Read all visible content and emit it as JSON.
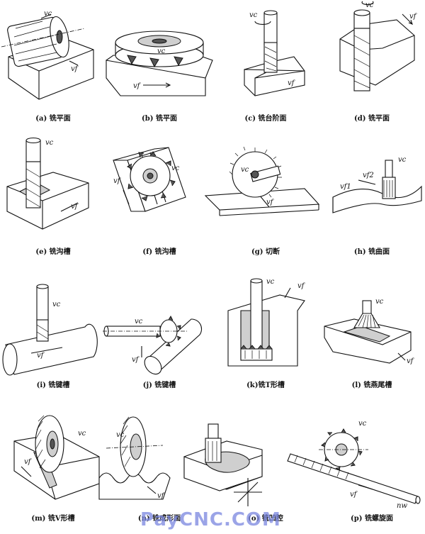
{
  "symbols": {
    "vc": "vc",
    "vf": "vf",
    "vf1": "vf1",
    "vf2": "vf2",
    "nw": "nw"
  },
  "captions": {
    "a": "(a) 铣平面",
    "b": "(b) 铣平面",
    "c": "(c) 铣台阶面",
    "d": "(d) 铣平面",
    "e": "(e) 铣沟槽",
    "f": "(f) 铣沟槽",
    "g": "(g) 切断",
    "h": "(h) 铣曲面",
    "i": "(i) 铣键槽",
    "j": "(j) 铣键槽",
    "k": "(k)铣T形槽",
    "l": "(l) 铣燕尾槽",
    "m": "(m) 铣V形槽",
    "n": "(n) 铣成形面",
    "o": "(o) 铣凹腔",
    "p": "(p) 铣螺旋面"
  },
  "watermark": "PayCNC.COM"
}
